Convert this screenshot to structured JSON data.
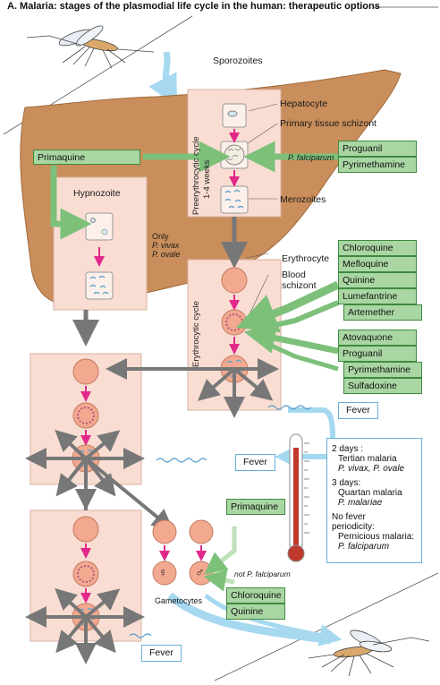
{
  "title": "A. Malaria: stages of the plasmodial life cycle in the human: therapeutic options",
  "labels": {
    "sporozoites": "Sporozoites",
    "hepatocyte": "Hepatocyte",
    "primary_tissue_schizont": "Primary tissue schizont",
    "merozoites": "Merozoites",
    "hypnozoite": "Hypnozoite",
    "only": "Only",
    "p_vivax": "P. vivax",
    "p_ovale": "P. ovale",
    "erythrocyte": "Erythrocyte",
    "blood": "Blood",
    "schizont": "schizont",
    "preerythrocytic_cycle": "Preerythrocytic cycle",
    "weeks": "1-4 weeks",
    "erythrocytic_cycle": "Erythrocytic cycle",
    "p_falciparum": "P. falciparum",
    "not_p_falciparum": "not P. falciparum",
    "gametocytes": "Gametocytes",
    "female_symbol": "♀",
    "male_symbol": "♂"
  },
  "drugs": {
    "primaquine_liver": "Primaquine",
    "proguanil_liver": "Proguanil",
    "pyrimethamine_liver": "Pyrimethamine",
    "chloroquine": "Chloroquine",
    "mefloquine": "Mefloquine",
    "quinine": "Quinine",
    "lumefantrine": "Lumefantrine",
    "artemether": "Artemether",
    "atovaquone": "Atovaquone",
    "proguanil_blood": "Proguanil",
    "pyrimethamine_blood": "Pyrimethamine",
    "sulfadoxine": "Sulfadoxine",
    "primaquine_gam": "Primaquine",
    "chloroquine_gam": "Chloroquine",
    "quinine_gam": "Quinine"
  },
  "fever": [
    "Fever",
    "Fever",
    "Fever"
  ],
  "periodicity": {
    "two_days": "2 days :",
    "tertian": "Tertian malaria",
    "tertian_species": "P. vivax, P. ovale",
    "three_days": "3 days:",
    "quartan": "Quartan malaria",
    "quartan_species": "P. malariae",
    "no_fever": "No fever",
    "periodicity": "periodicity:",
    "pernicious": "Pernicious malaria:",
    "pernicious_species": "P. falciparum"
  },
  "colors": {
    "liver": "#c98e5b",
    "pink_panel": "#f9ddd2",
    "cell": "#f3a98f",
    "drug_green": "#a9d6a3",
    "arrow_green": "#7cc07a",
    "magenta": "#e2288a",
    "blue_arrow": "#a6d8f0"
  }
}
